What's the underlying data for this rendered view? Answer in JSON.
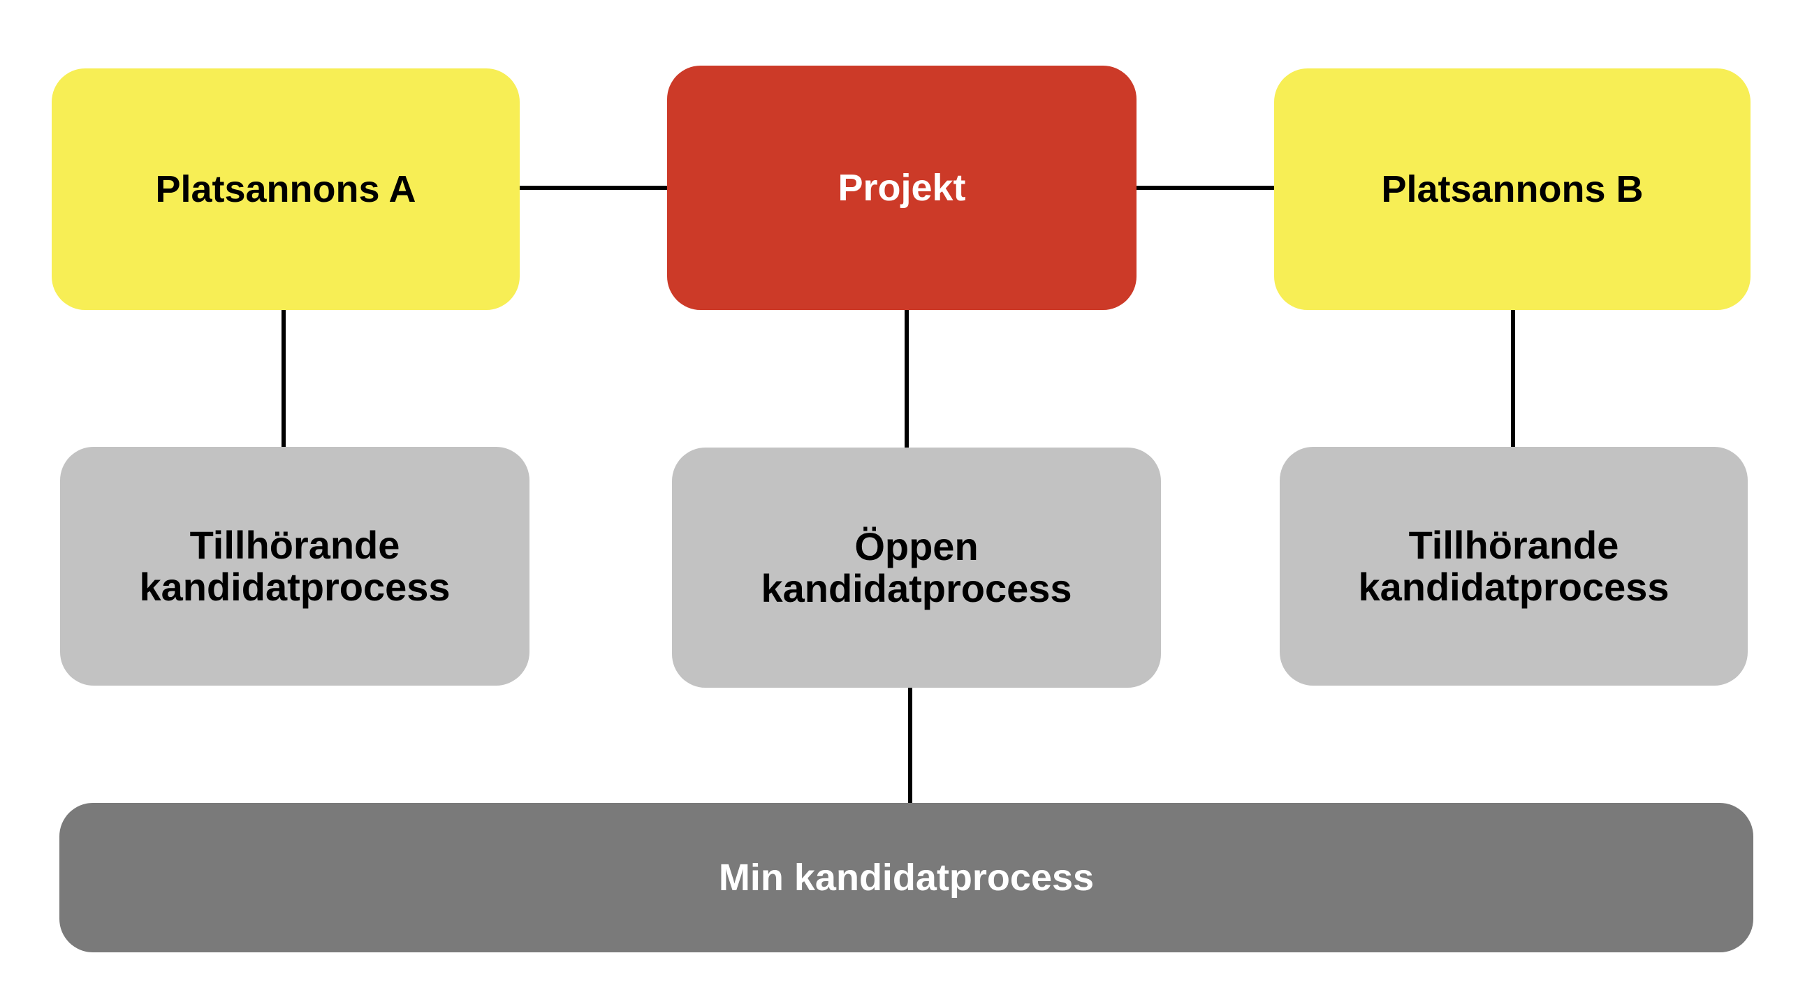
{
  "diagram": {
    "background_color": "#FFFFFF",
    "connector_color": "#000000",
    "colors": {
      "yellow": "#F7EE55",
      "red": "#CC3A28",
      "light_gray": "#C2C2C2",
      "dark_gray": "#7A7A7A",
      "text_dark": "#000000",
      "text_light": "#FFFFFF"
    },
    "nodes": [
      {
        "id": "platsannons-a",
        "label": "Platsannons A",
        "fill": "#F7EE55",
        "text_color": "#000000"
      },
      {
        "id": "projekt",
        "label": "Projekt",
        "fill": "#CC3A28",
        "text_color": "#FFFFFF"
      },
      {
        "id": "platsannons-b",
        "label": "Platsannons B",
        "fill": "#F7EE55",
        "text_color": "#000000"
      },
      {
        "id": "tillhorande-kandidatprocess-a",
        "label": "Tillhörande kandidatprocess",
        "fill": "#C2C2C2",
        "text_color": "#000000"
      },
      {
        "id": "oppen-kandidatprocess",
        "label": "Öppen kandidatprocess",
        "fill": "#C2C2C2",
        "text_color": "#000000"
      },
      {
        "id": "tillhorande-kandidatprocess-b",
        "label": "Tillhörande kandidatprocess",
        "fill": "#C2C2C2",
        "text_color": "#000000"
      },
      {
        "id": "min-kandidatprocess",
        "label": "Min kandidatprocess",
        "fill": "#7A7A7A",
        "text_color": "#FFFFFF"
      }
    ],
    "edges": [
      {
        "from": "platsannons-a",
        "to": "projekt",
        "orientation": "horizontal"
      },
      {
        "from": "projekt",
        "to": "platsannons-b",
        "orientation": "horizontal"
      },
      {
        "from": "platsannons-a",
        "to": "tillhorande-kandidatprocess-a",
        "orientation": "vertical"
      },
      {
        "from": "projekt",
        "to": "oppen-kandidatprocess",
        "orientation": "vertical"
      },
      {
        "from": "platsannons-b",
        "to": "tillhorande-kandidatprocess-b",
        "orientation": "vertical"
      },
      {
        "from": "oppen-kandidatprocess",
        "to": "min-kandidatprocess",
        "orientation": "vertical"
      }
    ]
  }
}
